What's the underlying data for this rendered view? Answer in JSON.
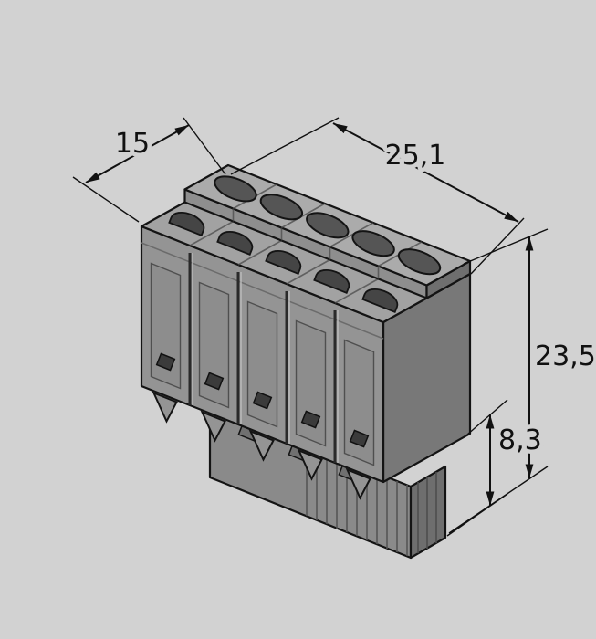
{
  "page": {
    "background": "#d2d2d2"
  },
  "drawing": {
    "subject": "5-pole pluggable screw terminal block connector, isometric dimensional drawing",
    "pole_count": 5,
    "colors": {
      "outline": "#141414",
      "body_top": "#a2a2a2",
      "body_front": "#949494",
      "body_side": "#787878",
      "strip_top": "#ababab",
      "strip_front": "#8e8e8e",
      "strip_side": "#6f6f6f",
      "plug_front": "#8a8a8a",
      "plug_side": "#6e6e6e",
      "channel": "#8d8d8d",
      "opening": "#454545",
      "screw_hole": "#555555",
      "hole_square": "#3b3b3b"
    },
    "dimensions": {
      "depth_mm": {
        "label": "15"
      },
      "length_mm": {
        "label": "25,1"
      },
      "height_mm": {
        "label": "23,5"
      },
      "plug_height_mm": {
        "label": "8,3"
      }
    }
  }
}
